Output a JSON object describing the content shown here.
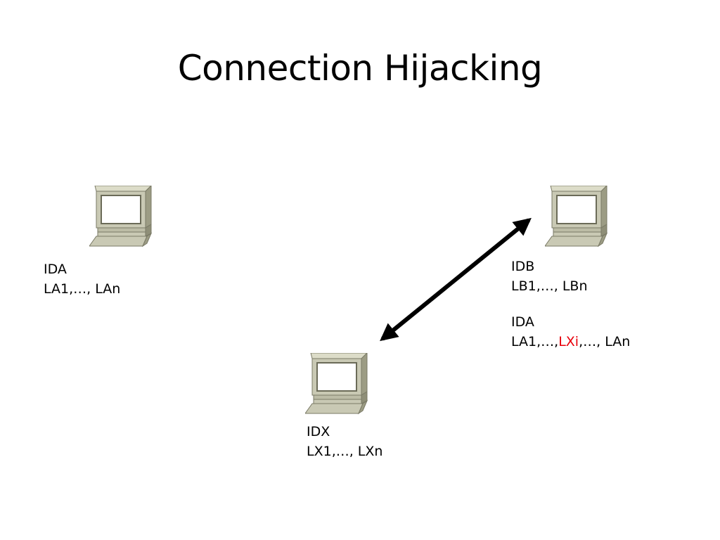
{
  "slide": {
    "title": "Connection Hijacking"
  },
  "colors": {
    "highlight": "#e8000b",
    "computer_body": "#c9c9b4",
    "computer_shadow": "#8f8f78",
    "arrow": "#000000"
  },
  "nodes": {
    "a": {
      "icon": "computer-icon",
      "id": "IDA",
      "links": "LA1,…, LAn"
    },
    "b": {
      "icon": "computer-icon",
      "id": "IDB",
      "links": "LB1,…, LBn",
      "cache_id": "IDA",
      "cache_prefix": "LA1,…,",
      "cache_highlight": "LXi",
      "cache_suffix": ",…, LAn"
    },
    "x": {
      "icon": "computer-icon",
      "id": "IDX",
      "links": "LX1,…, LXn"
    }
  },
  "edges": [
    {
      "from": "x",
      "to": "b",
      "style": "double-arrow"
    }
  ]
}
